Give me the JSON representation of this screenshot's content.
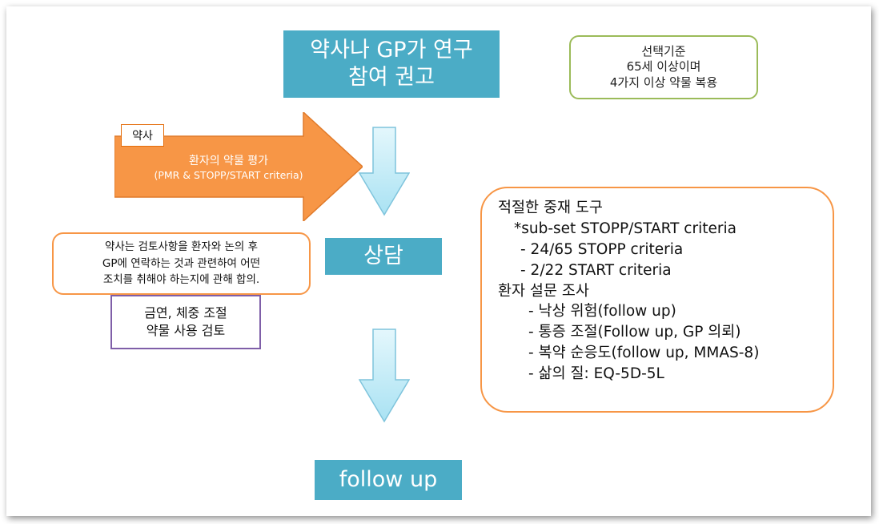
{
  "title": {
    "line1": "약사나 GP가 연구",
    "line2": "참여 권고"
  },
  "criteria": {
    "line1": "선택기준",
    "line2": "65세 이상이며",
    "line3": "4가지 이상 약물 복용"
  },
  "pharmacist_step": {
    "tag": "약사",
    "main": "환자의 약물 평가",
    "sub": "(PMR & STOPP/START criteria)"
  },
  "consult": {
    "label": "상담"
  },
  "discussion": {
    "line1": "약사는 검토사항을 환자와 논의 후",
    "line2": "GP에 연락하는 것과 관련하여 어떤",
    "line3": "조치를 취해야 하는지에 관해 합의."
  },
  "lifestyle": {
    "line1": "금연, 체중 조절",
    "line2": "약물 사용 검토"
  },
  "tools": {
    "heading": "적절한 중재 도구",
    "subset": "*sub-set STOPP/START criteria",
    "stopp": "- 24/65 STOPP criteria",
    "start": "- 2/22 START criteria",
    "survey_heading": "환자 설문 조사",
    "item1": "- 낙상 위험(follow up)",
    "item2": "- 통증 조절(Follow up, GP 의뢰)",
    "item3": "- 복약 순응도(follow up, MMAS-8)",
    "item4": "- 삶의 질: EQ-5D-5L"
  },
  "followup": {
    "label": "follow up"
  },
  "colors": {
    "teal": "#4bacc6",
    "orange": "#f79646",
    "green": "#9bbb59",
    "purple": "#7f5fa8",
    "light_blue_arrow": "#c5eefa"
  }
}
